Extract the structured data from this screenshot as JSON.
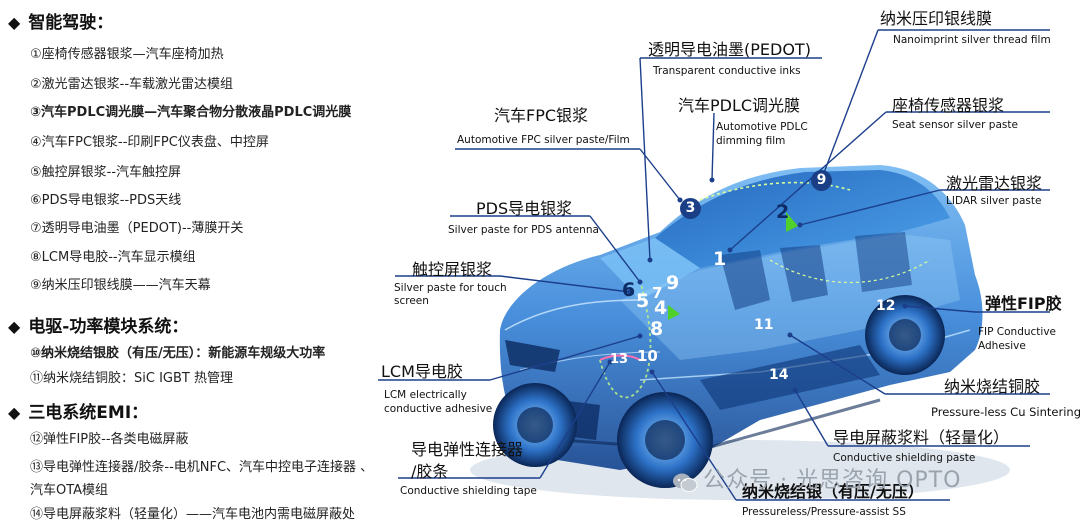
{
  "left": {
    "section1": {
      "bullet": "◆",
      "title": "智能驾驶："
    },
    "list1": [
      "①座椅传感器银浆—汽车座椅加热",
      "②激光雷达银浆--车载激光雷达模组",
      "③汽车PDLC调光膜—汽车聚合物分散液晶PDLC调光膜",
      "④汽车FPC银浆--印刷FPC仪表盘、中控屏",
      "⑤触控屏银浆--汽车触控屏",
      "⑥PDS导电银浆--PDS天线",
      "⑦透明导电油墨（PEDOT)--薄膜开关",
      "⑧LCM导电胶--汽车显示模组",
      "⑨纳米压印银线膜——汽车天幕"
    ],
    "section2": {
      "bullet": "◆",
      "title": "电驱-功率模块系统："
    },
    "list2": [
      "⑩纳米烧结银胶（有压/无压）：新能源车规级大功率",
      "⑪纳米烧结铜胶：SiC IGBT 热管理"
    ],
    "section3": {
      "bullet": "◆",
      "title": "三电系统EMI："
    },
    "list3": [
      "⑫弹性FIP胶--各类电磁屏蔽",
      "⑬导电弹性连接器/胶条--电机NFC、汽车中控电子连接器 、",
      "汽车OTA模组",
      "⑭导电屏蔽浆料（轻量化）——汽车电池内需电磁屏蔽处"
    ]
  },
  "callouts": {
    "nanoimprint": {
      "cn": "纳米压印银线膜",
      "en": "Nanoimprint silver thread film"
    },
    "pedot": {
      "cn": "透明导电油墨(PEDOT)",
      "en": "Transparent conductive inks"
    },
    "fpc": {
      "cn": "汽车FPC银浆",
      "en": "Automotive FPC silver paste/Film"
    },
    "pdlc": {
      "cn": "汽车PDLC调光膜",
      "en1": "Automotive PDLC",
      "en2": "dimming film"
    },
    "seat": {
      "cn": "座椅传感器银浆",
      "en": "Seat sensor silver paste"
    },
    "lidar": {
      "cn": "激光雷达银浆",
      "en": "LIDAR silver paste"
    },
    "pds": {
      "cn": "PDS导电银浆",
      "en": "Silver paste for PDS antenna"
    },
    "touch": {
      "cn": "触控屏银浆",
      "en1": "Silver paste  for touch",
      "en2": "screen"
    },
    "fip": {
      "cn": "弹性FIP胶",
      "en1": "FIP Conductive",
      "en2": "Adhesive"
    },
    "lcm": {
      "cn": "LCM导电胶",
      "en1": "LCM electrically",
      "en2": "conductive adhesive"
    },
    "cu": {
      "cn": "纳米烧结铜胶",
      "en": "Pressure-less Cu Sintering"
    },
    "shield_paste": {
      "cn": "导电屏蔽浆料（轻量化）",
      "en": "Conductive shielding paste"
    },
    "elastic": {
      "cn1": "导电弹性连接器",
      "cn2": "/胶条",
      "en": "Conductive shielding tape"
    },
    "ag_sinter": {
      "cn": "纳米烧结银（有压/无压）",
      "en": "Pressureless/Pressure-assist SS"
    }
  },
  "markers": [
    "1",
    "2",
    "3",
    "4",
    "5",
    "6",
    "7",
    "8",
    "9",
    "10",
    "11",
    "12",
    "13",
    "14"
  ],
  "watermark": {
    "icon": "wechat-icon",
    "text": "公众号 · 光思咨询 OPTO"
  },
  "colors": {
    "line": "#1c3f8c",
    "car_body": "#3c8fe0",
    "car_dark": "#0d2c66",
    "green": "#4fd02a"
  }
}
